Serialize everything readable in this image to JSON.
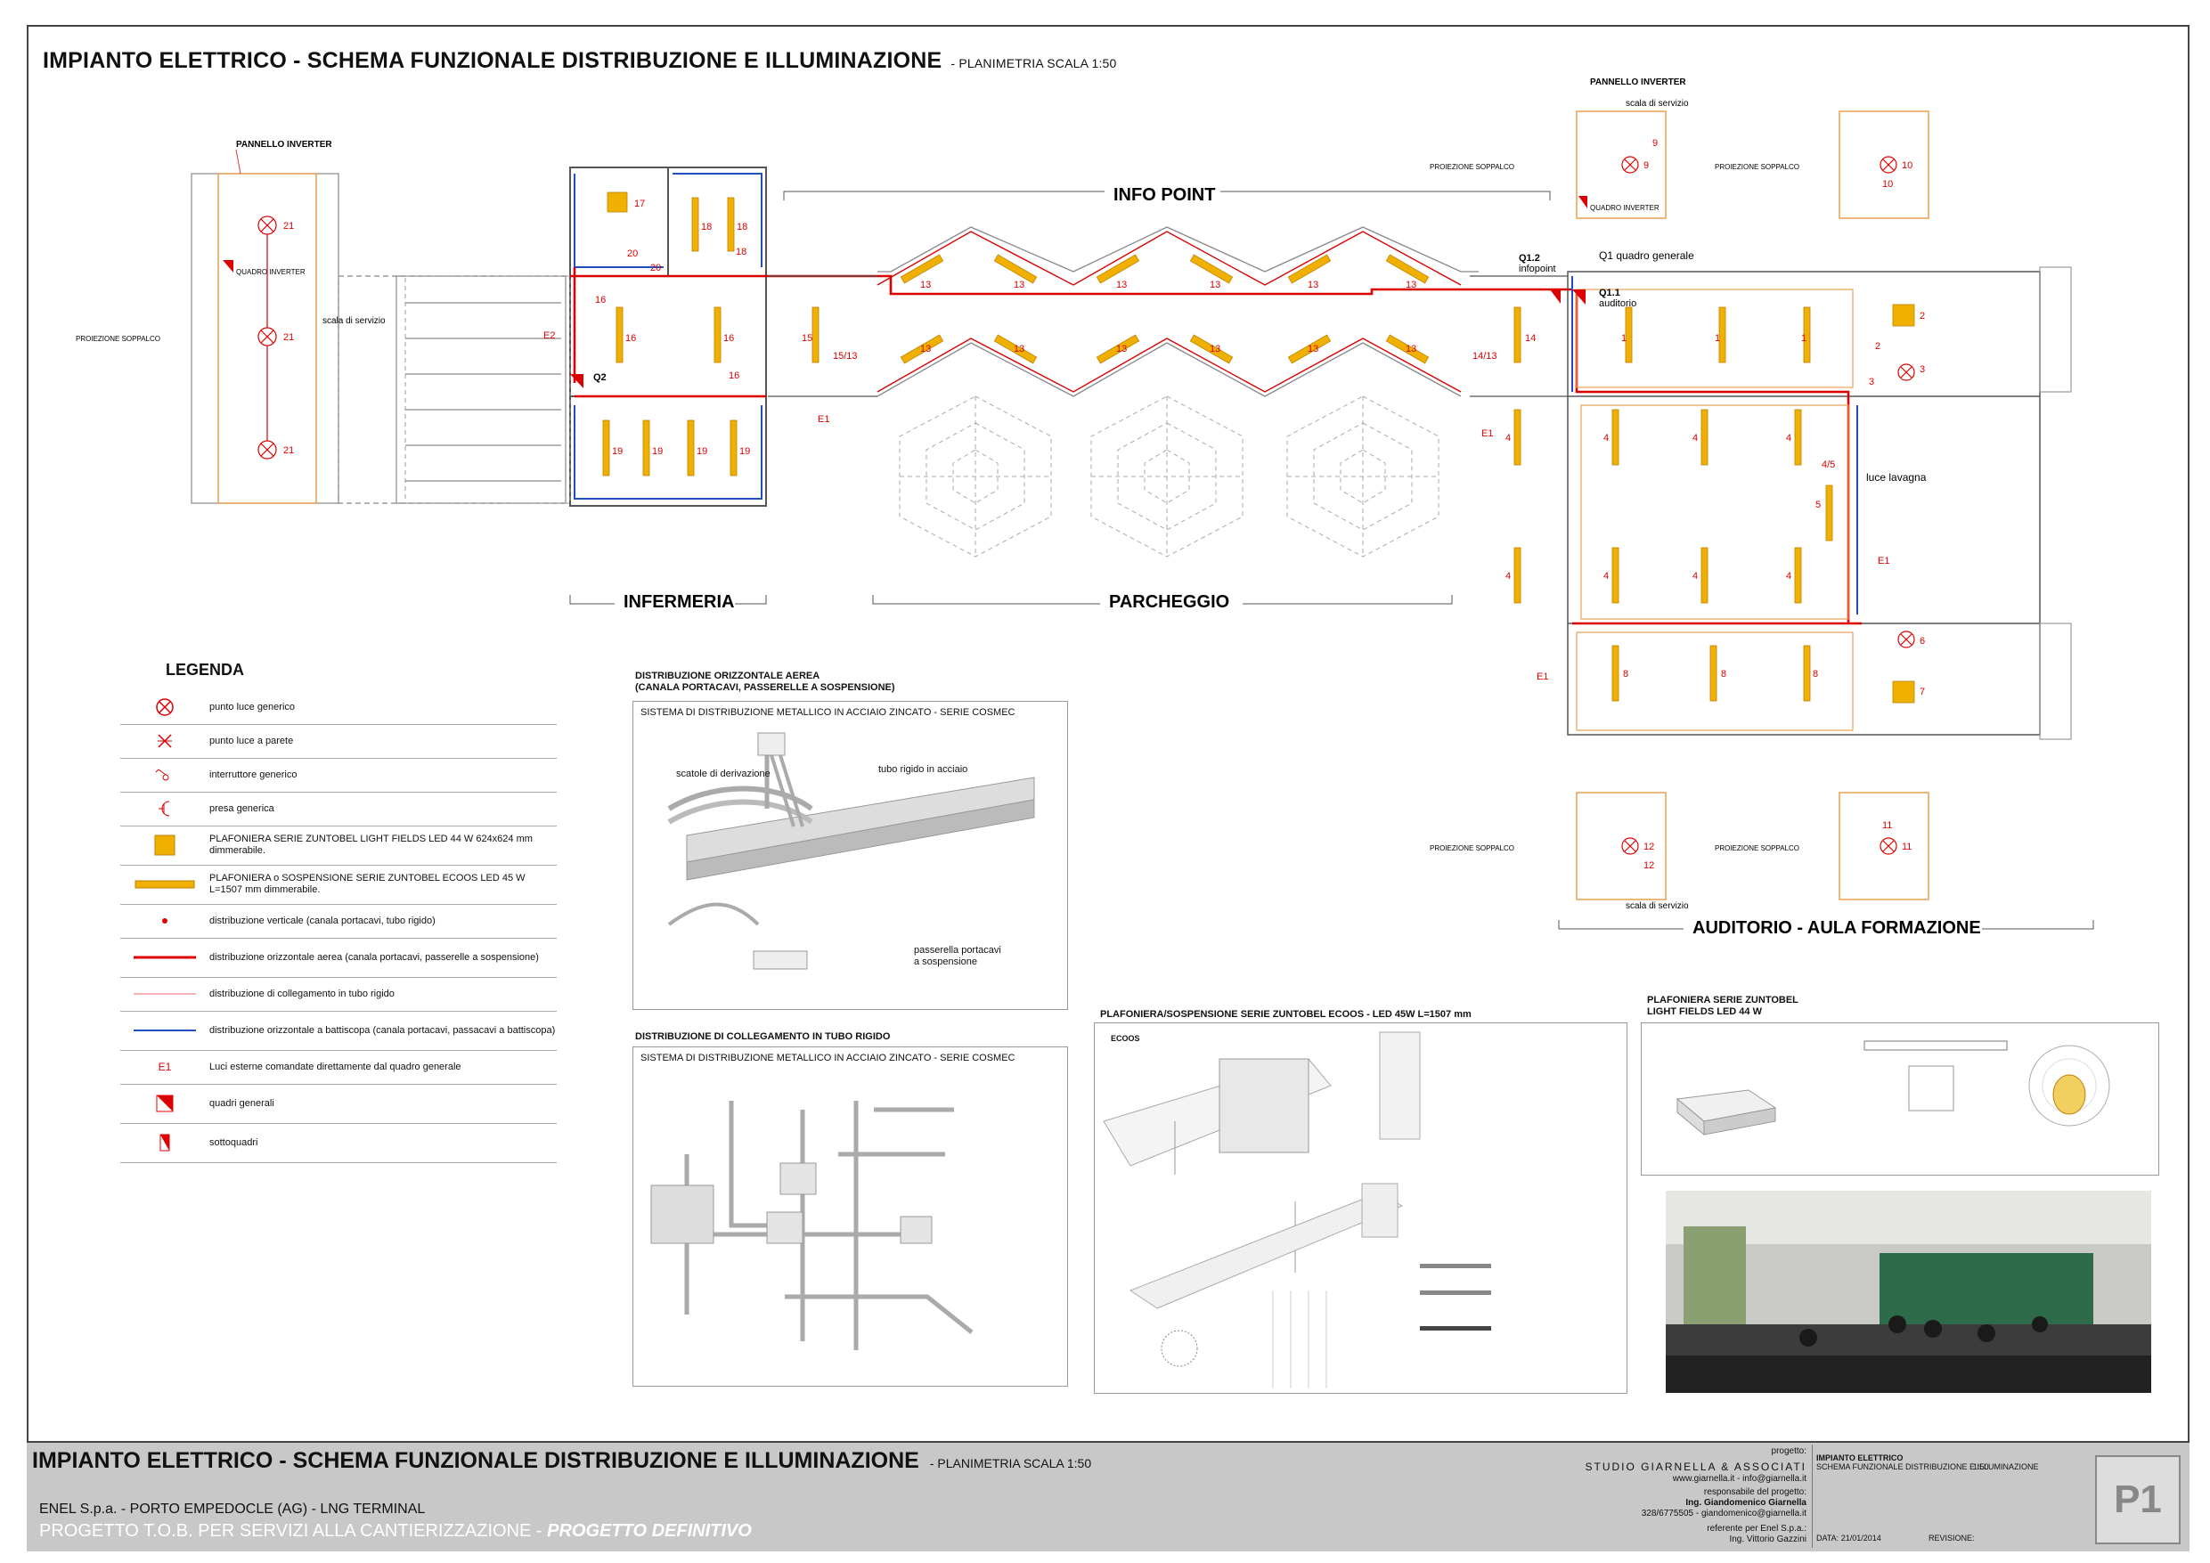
{
  "title": {
    "main": "IMPIANTO ELETTRICO - SCHEMA FUNZIONALE DISTRIBUZIONE E ILLUMINAZIONE",
    "scale": "- PLANIMETRIA SCALA 1:50"
  },
  "plan": {
    "info_point": "INFO POINT",
    "infermeria": "INFERMERIA",
    "parcheggio": "PARCHEGGIO",
    "auditorio": "AUDITORIO - AULA FORMAZIONE",
    "pannello_inverter": "PANNELLO INVERTER",
    "quadro_inverter": "QUADRO INVERTER",
    "proiezione_soppalco": "PROIEZIONE SOPPALCO",
    "scala_servizio": "scala di servizio",
    "q1": "Q1 quadro generale",
    "q11": "Q1.1",
    "q11_sub": "auditorio",
    "q12": "Q1.2",
    "q12_sub": "infopoint",
    "q2": "Q2",
    "luce_lavagna": "luce lavagna",
    "e1": "E1",
    "e2": "E2"
  },
  "legend": {
    "title": "LEGENDA",
    "items": [
      {
        "symbol": "circle-x-icon",
        "text": "punto luce generico"
      },
      {
        "symbol": "wall-light-icon",
        "text": "punto luce a parete"
      },
      {
        "symbol": "switch-icon",
        "text": "interruttore generico"
      },
      {
        "symbol": "socket-icon",
        "text": "presa generica"
      },
      {
        "symbol": "square-lamp-icon",
        "text": "PLAFONIERA SERIE ZUNTOBEL LIGHT FIELDS LED 44 W 624x624 mm dimmerabile."
      },
      {
        "symbol": "linear-lamp-icon",
        "text": "PLAFONIERA o SOSPENSIONE SERIE ZUNTOBEL ECOOS LED 45 W L=1507 mm dimmerabile."
      },
      {
        "symbol": "dot-icon",
        "text": "distribuzione verticale (canala portacavi, tubo rigido)"
      },
      {
        "symbol": "red-thick-line-icon",
        "text": "distribuzione orizzontale aerea (canala portacavi, passerelle a sospensione)"
      },
      {
        "symbol": "red-thin-line-icon",
        "text": "distribuzione di collegamento in tubo rigido"
      },
      {
        "symbol": "blue-line-icon",
        "text": "distribuzione orizzontale a battiscopa (canala portacavi, passacavi a battiscopa)"
      },
      {
        "symbol": "e1-icon",
        "text": "Luci esterne comandate direttamente dal quadro generale"
      },
      {
        "symbol": "main-panel-icon",
        "text": "quadri generali"
      },
      {
        "symbol": "subpanel-icon",
        "text": "sottoquadri"
      }
    ],
    "e1_label": "E1"
  },
  "panels": {
    "aerea": {
      "head1": "DISTRIBUZIONE ORIZZONTALE AEREA",
      "head2": "(CANALA PORTACAVI, PASSERELLE A SOSPENSIONE)",
      "sub": "SISTEMA DI DISTRIBUZIONE METALLICO IN ACCIAIO ZINCATO - SERIE COSMEC",
      "cap1": "scatole di derivazione",
      "cap2": "tubo rigido in acciaio",
      "cap3": "passerella portacavi",
      "cap4": "a sospensione"
    },
    "tubo": {
      "head": "DISTRIBUZIONE DI COLLEGAMENTO IN TUBO RIGIDO",
      "sub": "SISTEMA DI DISTRIBUZIONE METALLICO IN ACCIAIO ZINCATO - SERIE COSMEC"
    },
    "ecoos": {
      "head": "PLAFONIERA/SOSPENSIONE SERIE ZUNTOBEL ECOOS - LED 45W L=1507 mm",
      "tag": "ECOOS"
    },
    "lightfields": {
      "head1": "PLAFONIERA SERIE ZUNTOBEL",
      "head2": "LIGHT FIELDS LED 44 W"
    }
  },
  "titleblock": {
    "title": "IMPIANTO ELETTRICO - SCHEMA FUNZIONALE DISTRIBUZIONE E ILLUMINAZIONE",
    "scale": "- PLANIMETRIA SCALA 1:50",
    "client": "ENEL S.p.a. - PORTO EMPEDOCLE (AG) - LNG TERMINAL",
    "project": "PROGETTO T.O.B. PER SERVIZI ALLA CANTIERIZZAZIONE -",
    "phase": "PROGETTO DEFINITIVO",
    "progetto_lbl": "progetto:",
    "studio": "STUDIO GIARNELLA & ASSOCIATI",
    "web": "www.giarnella.it - info@giarnella.it",
    "resp_lbl": "responsabile del progetto:",
    "resp": "Ing. Giandomenico Giarnella",
    "resp_contact": "328/6775505 - giandomenico@giarnella.it",
    "ref_lbl": "referente per Enel S.p.a.:",
    "ref": "Ing. Vittorio Gazzini",
    "tav_name": "IMPIANTO ELETTRICO",
    "tav_desc": "SCHEMA FUNZIONALE DISTRIBUZIONE E ILLUMINAZIONE",
    "scale_val": "1:50",
    "data_lbl": "DATA:",
    "data": "21/01/2014",
    "rev_lbl": "REVISIONE:",
    "sheet": "P1"
  }
}
